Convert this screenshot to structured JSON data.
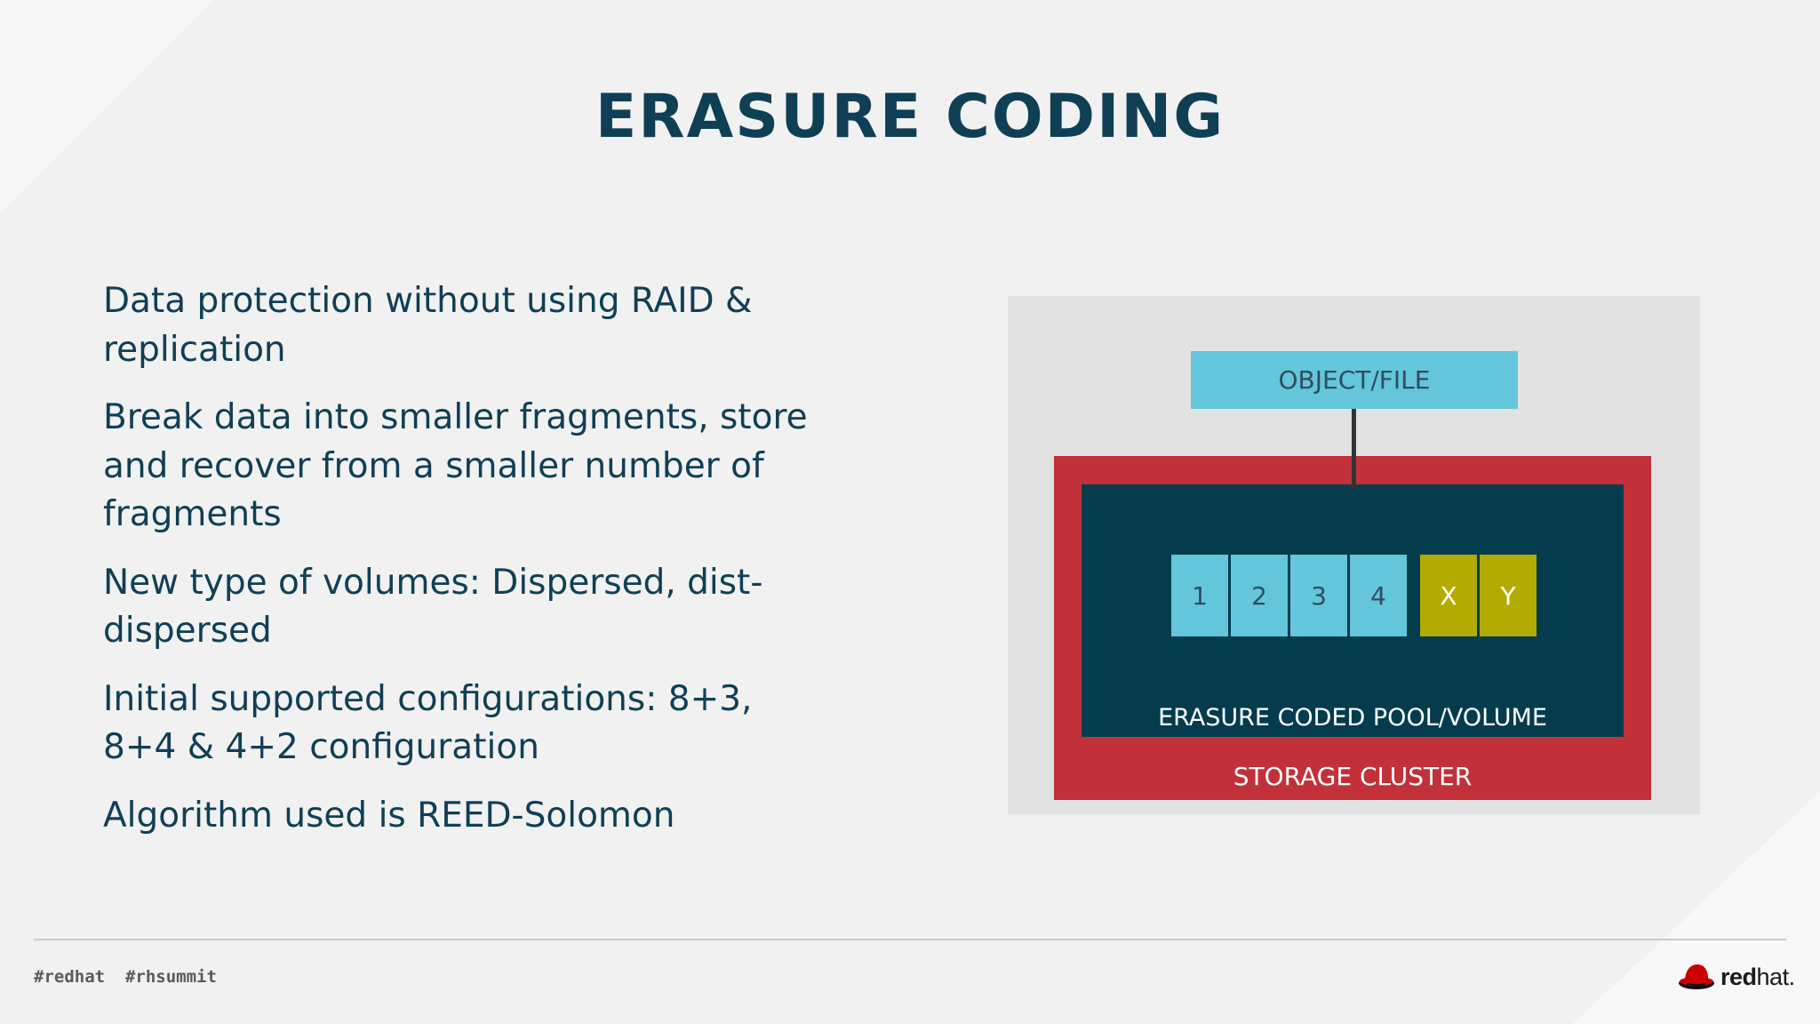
{
  "slide": {
    "title": "ERASURE CODING",
    "bullets": [
      "Data protection without using RAID & replication",
      "Break data into smaller fragments, store and recover from a smaller number of fragments",
      "New type of volumes: Dispersed, dist-dispersed",
      "Initial supported configurations: 8+3, 8+4 & 4+2 configuration",
      "Algorithm used is REED-Solomon"
    ]
  },
  "diagram": {
    "object_label": "OBJECT/FILE",
    "pool_label": "ERASURE CODED POOL/VOLUME",
    "cluster_label": "STORAGE CLUSTER",
    "data_fragments": [
      "1",
      "2",
      "3",
      "4"
    ],
    "parity_fragments": [
      "X",
      "Y"
    ]
  },
  "footer": {
    "hashtags": "#redhat  #rhsummit",
    "logo_bold": "red",
    "logo_light": "hat."
  },
  "colors": {
    "title": "#0f3f55",
    "fragment_data": "#63c6da",
    "fragment_parity": "#b3ab00",
    "pool": "#043c4e",
    "cluster": "#c2303a"
  }
}
